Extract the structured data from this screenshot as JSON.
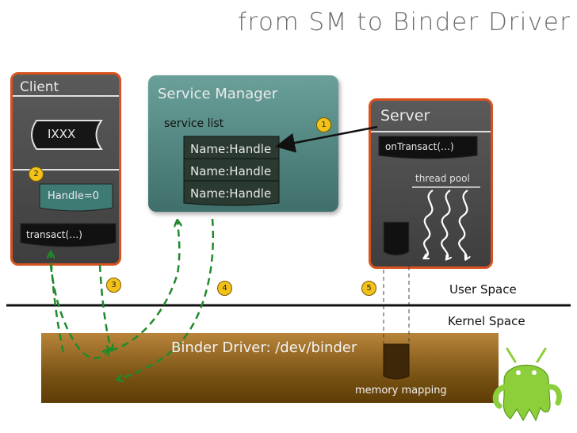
{
  "title": "from SM to Binder Driver",
  "client": {
    "label": "Client",
    "interface": "IXXX",
    "handle": "Handle=0",
    "transact": "transact(…)",
    "badge": "2"
  },
  "service_manager": {
    "label": "Service Manager",
    "list_label": "service list",
    "entries": [
      "Name:Handle",
      "Name:Handle",
      "Name:Handle"
    ],
    "badge": "1"
  },
  "server": {
    "label": "Server",
    "on_transact": "onTransact(…)",
    "thread_pool": "thread pool"
  },
  "badges": {
    "three": "3",
    "four": "4",
    "five": "5"
  },
  "spaces": {
    "user": "User Space",
    "kernel": "Kernel Space"
  },
  "driver": {
    "label": "Binder Driver: /dev/binder",
    "memory_mapping": "memory mapping"
  },
  "colors": {
    "panel_border": "#d8521f",
    "service_manager": "#4f837e",
    "arrow_green": "#1f8a2a",
    "badge": "#f2c21b",
    "driver": "#7a5414",
    "mascot": "#8ccf3a"
  },
  "icons": {
    "mascot": "android-mascot-icon",
    "wave": "squiggle-arrow-icon"
  }
}
